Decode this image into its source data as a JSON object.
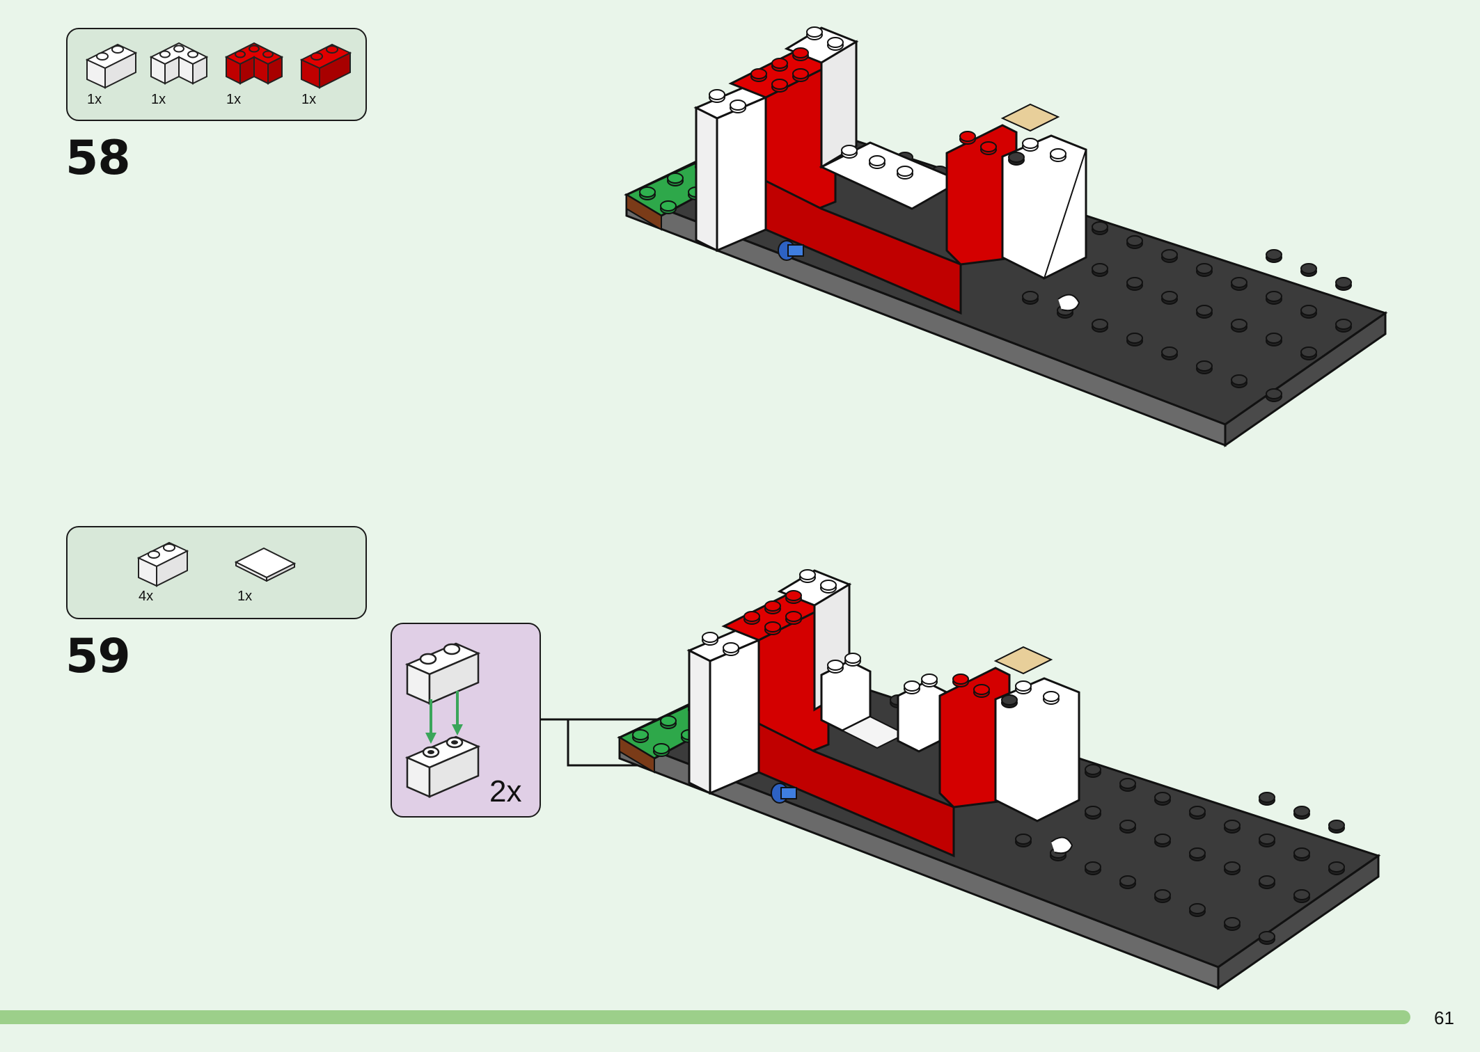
{
  "steps": [
    {
      "number": "58",
      "parts": [
        {
          "qty": "1x",
          "icon": "white-brick-1x2-icon"
        },
        {
          "qty": "1x",
          "icon": "white-corner-brick-icon"
        },
        {
          "qty": "1x",
          "icon": "red-corner-brick-icon"
        },
        {
          "qty": "1x",
          "icon": "red-brick-1x2-icon"
        }
      ]
    },
    {
      "number": "59",
      "parts": [
        {
          "qty": "4x",
          "icon": "white-brick-1x2-icon"
        },
        {
          "qty": "1x",
          "icon": "white-tile-icon"
        }
      ],
      "callout": {
        "multiplier": "2x"
      }
    }
  ],
  "colors": {
    "background": "#e9f5ea",
    "parts_box": "#d8e8d9",
    "callout": "#e0cfe6",
    "progress": "#9ccf8a",
    "brick_red": "#d40000",
    "brick_white": "#ffffff",
    "plate_dark": "#5a5a5a",
    "plate_green": "#2ea84a"
  },
  "footer": {
    "page_number": "61"
  }
}
